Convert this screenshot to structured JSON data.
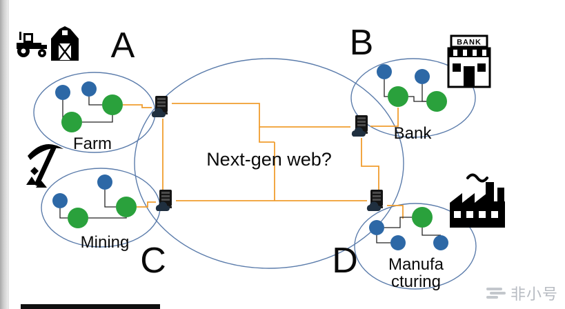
{
  "diagram": {
    "center_question": "Next-gen web?",
    "clusters": {
      "farm": {
        "letter": "A",
        "label": "Farm",
        "green_nodes": 2,
        "blue_nodes": 2
      },
      "bank": {
        "letter": "B",
        "label": "Bank",
        "green_nodes": 2,
        "blue_nodes": 2
      },
      "mining": {
        "letter": "C",
        "label": "Mining",
        "green_nodes": 2,
        "blue_nodes": 2
      },
      "manufacturing": {
        "letter": "D",
        "label_line1": "Manufa",
        "label_line2": "cturing",
        "green_nodes": 1,
        "blue_nodes": 3
      }
    },
    "bank_icon_sign": "BANK",
    "hub_count": 4,
    "hub_topology": "four server-cloud hubs linked by orange mesh, one hub per industry cluster"
  },
  "watermark": {
    "text": "非小号"
  },
  "icons": [
    "tractor-icon",
    "barn-icon",
    "pickaxe-icon",
    "bank-building-icon",
    "factory-icon",
    "server-cloud-icon",
    "watermark-logo-icon"
  ],
  "colors": {
    "node_green": "#2aa13c",
    "node_blue": "#2d68a6",
    "link_orange": "#f09d2e",
    "connector_black": "#222222",
    "ellipse_stroke": "#5b7cab",
    "watermark_gray": "#b7bbc2"
  }
}
